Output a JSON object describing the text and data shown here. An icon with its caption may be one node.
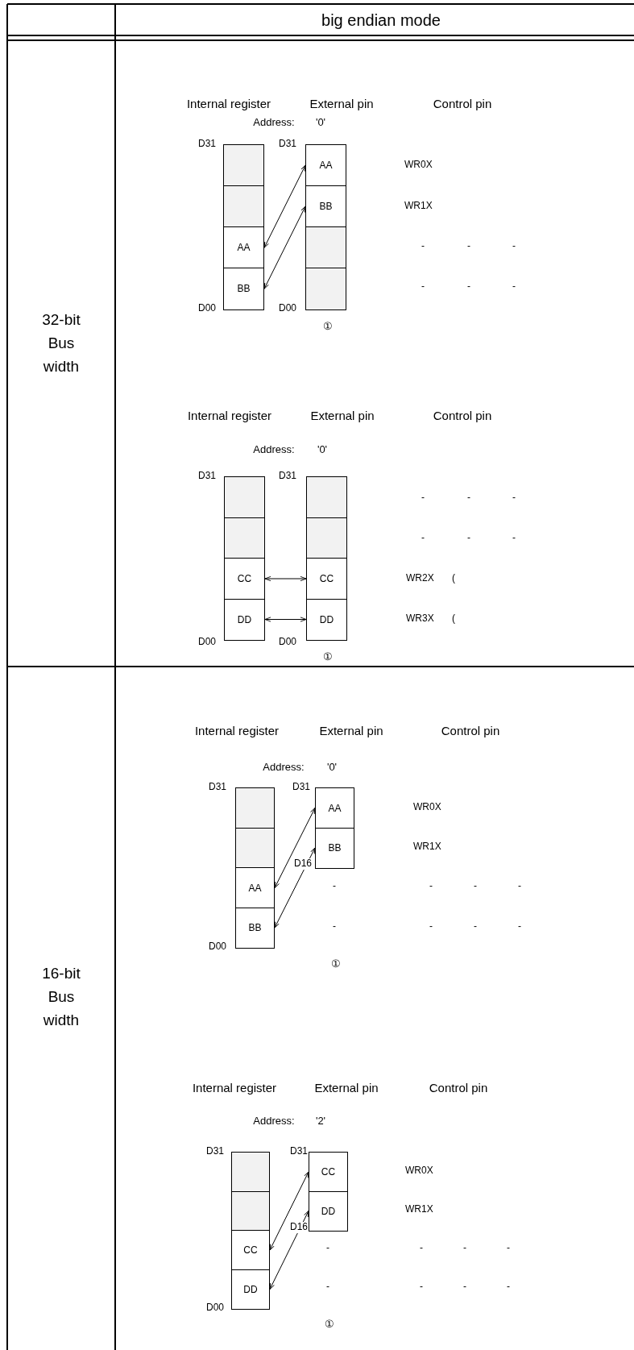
{
  "diagram": {
    "nodes": [
      {
        "text": [],
        "shape": "box"
      },
      {
        "text": [],
        "shape": "box"
      },
      {
        "text": [
          "AA"
        ]
      },
      {
        "text": [
          "BB"
        ]
      },
      {
        "text": [
          "AA"
        ]
      },
      {
        "text": [
          "BB"
        ]
      },
      {
        "text": [],
        "shape": "box"
      },
      {
        "text": [],
        "shape": "box"
      },
      {
        "text": [],
        "shape": "box"
      },
      {
        "text": [],
        "shape": "box"
      },
      {
        "text": [
          "CC"
        ]
      },
      {
        "text": [
          "DD"
        ]
      },
      {
        "text": [],
        "shape": "box"
      },
      {
        "text": [],
        "shape": "box"
      },
      {
        "text": [
          "CC"
        ]
      },
      {
        "text": [
          "DD"
        ]
      },
      {
        "text": [],
        "shape": "box"
      },
      {
        "text": [],
        "shape": "box"
      },
      {
        "text": [
          "AA"
        ]
      },
      {
        "text": [
          "BB"
        ]
      },
      {
        "text": [
          "AA"
        ]
      },
      {
        "text": [
          "BB"
        ]
      },
      {
        "text": [],
        "shape": "box"
      },
      {
        "text": [],
        "shape": "box"
      },
      {
        "text": [
          "CC"
        ]
      },
      {
        "text": [
          "DD"
        ]
      },
      {
        "text": [
          "CC"
        ]
      },
      {
        "text": [
          "DD"
        ]
      }
    ],
    "edges": [
      {
        "from": 2,
        "to": 4,
        "arrow": "both"
      },
      {
        "from": 3,
        "to": 5,
        "arrow": "both"
      },
      {
        "from": 10,
        "to": 14,
        "arrow": "both"
      },
      {
        "from": 11,
        "to": 15,
        "arrow": "both"
      },
      {
        "from": 18,
        "to": 20,
        "arrow": "both"
      },
      {
        "from": 19,
        "to": 21,
        "arrow": "both"
      },
      {
        "from": 24,
        "to": 26,
        "arrow": "both"
      },
      {
        "from": 25,
        "to": 27,
        "arrow": "both"
      }
    ],
    "labels": [
      "big endian mode",
      "32-bit Bus width",
      "Internal register",
      "External pin",
      "Control pin",
      "Address:",
      "'0'",
      "D31",
      "D31",
      "WR0X",
      "WR1X",
      "-",
      "-",
      "-",
      "-",
      "-",
      "-",
      "D00",
      "D00",
      "①",
      "Internal register",
      "External pin",
      "Control pin",
      "Address:",
      "'0'",
      "D31",
      "D31",
      "-",
      "-",
      "-",
      "-",
      "-",
      "-",
      "WR2X",
      "(",
      "WR3X",
      "(",
      "D00",
      "D00",
      "①",
      "16-bit Bus width",
      "Internal register",
      "External pin",
      "Control pin",
      "Address:",
      "'0'",
      "D31",
      "D31",
      "WR0X",
      "WR1X",
      "D16",
      "-",
      "-",
      "-",
      "-",
      "-",
      "-",
      "-",
      "-",
      "D00",
      "①",
      "Internal register",
      "External pin",
      "Control pin",
      "Address:",
      "'2'",
      "D31",
      "D31",
      "WR0X",
      "WR1X",
      "D16",
      "-",
      "-",
      "-",
      "-",
      "-",
      "-",
      "-",
      "-",
      "D00",
      "①"
    ]
  }
}
